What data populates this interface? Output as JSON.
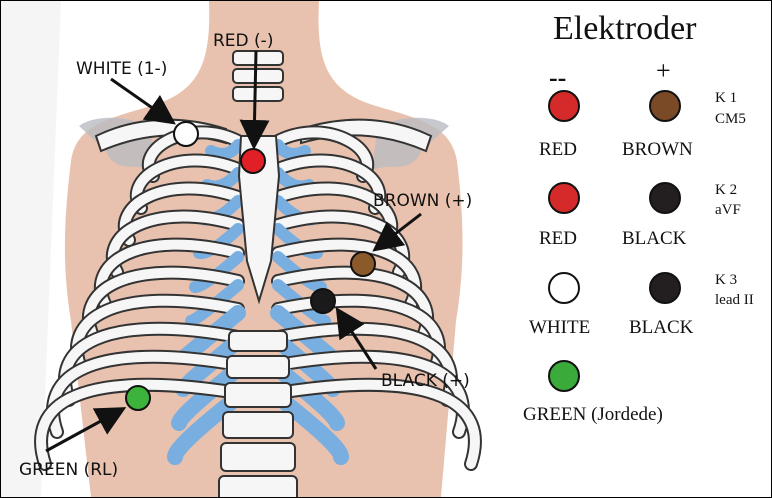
{
  "legend": {
    "title": "Elektroder",
    "minus_header": "--",
    "plus_header": "+",
    "rows": [
      {
        "minus": {
          "color": "#d42a2a",
          "label": "RED"
        },
        "plus": {
          "color": "#7a4a26",
          "label": "BROWN"
        },
        "channel": "K 1",
        "lead": "CM5"
      },
      {
        "minus": {
          "color": "#d42a2a",
          "label": "RED"
        },
        "plus": {
          "color": "#231f20",
          "label": "BLACK"
        },
        "channel": "K 2",
        "lead": "aVF"
      },
      {
        "minus": {
          "color": "#ffffff",
          "label": "WHITE"
        },
        "plus": {
          "color": "#231f20",
          "label": "BLACK"
        },
        "channel": "K 3",
        "lead": "lead II"
      }
    ],
    "ground": {
      "color": "#3aaa3a",
      "label": "GREEN (Jordede)"
    }
  },
  "electrodes": {
    "red": {
      "label": "RED (-)",
      "color": "#e01f26"
    },
    "white": {
      "label": "WHITE (1-)",
      "color": "#ffffff"
    },
    "brown": {
      "label": "BROWN (+)",
      "color": "#8b5a2b"
    },
    "black": {
      "label": "BLACK (+)",
      "color": "#1a1a1a"
    },
    "green": {
      "label": "GREEN (RL)",
      "color": "#3cb43c"
    }
  },
  "colors": {
    "skin": "#e8c2ae",
    "bone": "#f6f6f6",
    "cartilage": "#79aee0",
    "outline": "#333333"
  }
}
